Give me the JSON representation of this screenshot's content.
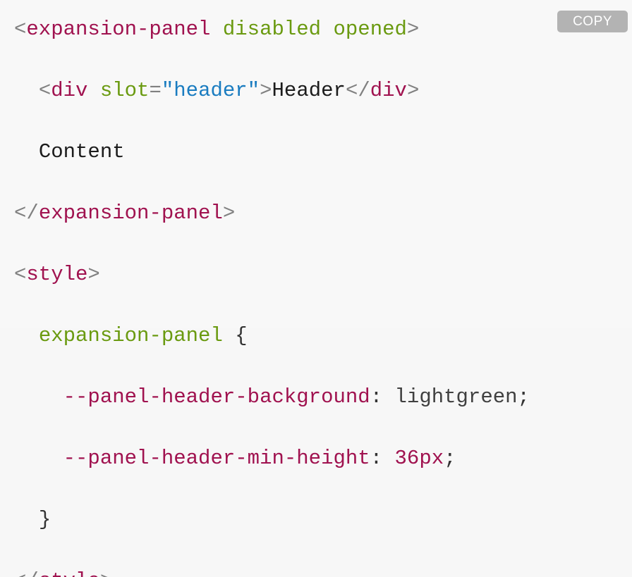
{
  "toolbar": {
    "copy_label": "COPY"
  },
  "colors": {
    "background": "#f8f8f8",
    "punctuation": "#808080",
    "tag": "#a0124f",
    "attribute": "#6a9a10",
    "string": "#1a7cc0",
    "text": "#1c1c1c",
    "selector": "#6a9a10",
    "property": "#a0124f",
    "value": "#404040",
    "number": "#a0124f",
    "copy_button_background": "#b3b3b3",
    "copy_button_text": "#ffffff"
  },
  "code": {
    "language": "html",
    "lines": [
      {
        "indent": "",
        "tokens": [
          {
            "t": "punct",
            "v": "<"
          },
          {
            "t": "tag",
            "v": "expansion-panel"
          },
          {
            "t": "plain",
            "v": " "
          },
          {
            "t": "attr",
            "v": "disabled"
          },
          {
            "t": "plain",
            "v": " "
          },
          {
            "t": "attr",
            "v": "opened"
          },
          {
            "t": "punct",
            "v": ">"
          }
        ]
      },
      {
        "indent": "  ",
        "tokens": [
          {
            "t": "punct",
            "v": "<"
          },
          {
            "t": "tag",
            "v": "div"
          },
          {
            "t": "plain",
            "v": " "
          },
          {
            "t": "attr",
            "v": "slot"
          },
          {
            "t": "punct",
            "v": "="
          },
          {
            "t": "string",
            "v": "\"header\""
          },
          {
            "t": "punct",
            "v": ">"
          },
          {
            "t": "text",
            "v": "Header"
          },
          {
            "t": "punct",
            "v": "</"
          },
          {
            "t": "tag",
            "v": "div"
          },
          {
            "t": "punct",
            "v": ">"
          }
        ]
      },
      {
        "indent": "  ",
        "tokens": [
          {
            "t": "text",
            "v": "Content"
          }
        ]
      },
      {
        "indent": "",
        "tokens": [
          {
            "t": "punct",
            "v": "</"
          },
          {
            "t": "tag",
            "v": "expansion-panel"
          },
          {
            "t": "punct",
            "v": ">"
          }
        ]
      },
      {
        "indent": "",
        "tokens": [
          {
            "t": "punct",
            "v": "<"
          },
          {
            "t": "tag",
            "v": "style"
          },
          {
            "t": "punct",
            "v": ">"
          }
        ]
      },
      {
        "indent": "  ",
        "tokens": [
          {
            "t": "selector",
            "v": "expansion-panel"
          },
          {
            "t": "plain",
            "v": " "
          },
          {
            "t": "brace",
            "v": "{"
          }
        ]
      },
      {
        "indent": "    ",
        "tokens": [
          {
            "t": "property",
            "v": "--panel-header-background"
          },
          {
            "t": "plain",
            "v": ": "
          },
          {
            "t": "value",
            "v": "lightgreen"
          },
          {
            "t": "plain",
            "v": ";"
          }
        ]
      },
      {
        "indent": "    ",
        "tokens": [
          {
            "t": "property",
            "v": "--panel-header-min-height"
          },
          {
            "t": "plain",
            "v": ": "
          },
          {
            "t": "number",
            "v": "36px"
          },
          {
            "t": "plain",
            "v": ";"
          }
        ]
      },
      {
        "indent": "  ",
        "tokens": [
          {
            "t": "brace",
            "v": "}"
          }
        ]
      },
      {
        "indent": "",
        "tokens": [
          {
            "t": "punct",
            "v": "</"
          },
          {
            "t": "tag",
            "v": "style"
          },
          {
            "t": "punct",
            "v": ">"
          }
        ]
      }
    ]
  }
}
